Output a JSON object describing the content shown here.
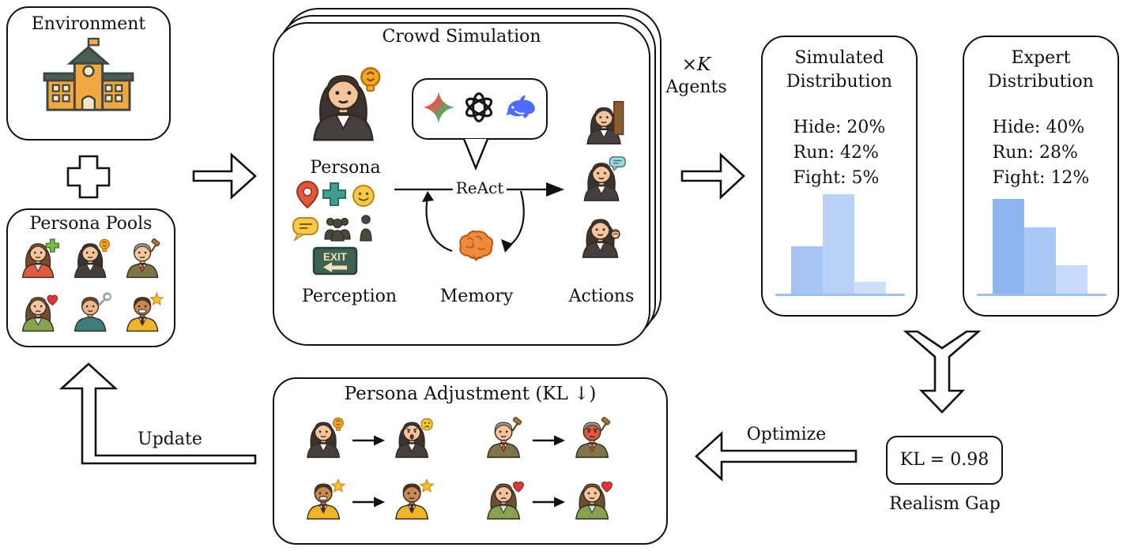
{
  "colors": {
    "ink": "#111111",
    "bar_baseline": "#9dc0ee",
    "school_body": "#f2a841",
    "school_roof": "#4c5f55",
    "school_trim": "#f6e8c6",
    "brain": "#ef8a3c",
    "deepseek_blue": "#4d6bfe",
    "pin_red": "#e2573d",
    "cross_teal": "#3f9e8c",
    "smiley_yellow": "#f7c948",
    "exit_green": "#3e6352"
  },
  "environment": {
    "title": "Environment",
    "icon": "school-icon"
  },
  "persona_pools": {
    "title": "Persona Pools",
    "members": [
      {
        "role": "woman-helper",
        "style": "long",
        "hair": "#7a4a2e",
        "skin": "#f4c49c",
        "coat": "#e05a41",
        "shirt": "#cde7e2",
        "mood": "calm",
        "acc": "plus"
      },
      {
        "role": "woman-idea",
        "style": "long",
        "hair": "#3a3430",
        "skin": "#f4c49c",
        "coat": "#45403f",
        "shirt": "#ffffff",
        "mood": "calm",
        "acc": "bulb"
      },
      {
        "role": "elder-judge",
        "style": "short",
        "hair": "#9c9c96",
        "skin": "#f4c49c",
        "coat": "#7c7546",
        "shirt": "#ffffff",
        "tie": "#c94f35",
        "mood": "calm",
        "acc": "gavel"
      },
      {
        "role": "woman-sad",
        "style": "long",
        "hair": "#6e4f33",
        "skin": "#f4c49c",
        "coat": "#86a24e",
        "shirt": "#cde7e2",
        "mood": "sad",
        "acc": "heart"
      },
      {
        "role": "man-mechanic",
        "style": "short",
        "hair": "#6b4a2f",
        "skin": "#edb98a",
        "coat": "#3f7d7d",
        "mood": "calm",
        "acc": "wrench"
      },
      {
        "role": "man-star",
        "style": "short",
        "hair": "#4a3426",
        "skin": "#c98850",
        "coat": "#f0b429",
        "shirt": "#ffffff",
        "tie": "#3a3430",
        "mood": "grin",
        "acc": "star"
      }
    ]
  },
  "crowd": {
    "title": "Crowd Simulation",
    "persona_label": "Persona",
    "perception_label": "Perception",
    "memory_label": "Memory",
    "actions_label": "Actions",
    "react_label": "ReAct",
    "exit_label": "EXIT",
    "llm_icons": [
      "gemini-icon",
      "openai-icon",
      "deepseek-icon"
    ],
    "persona": {
      "style": "long",
      "hair": "#3a3430",
      "skin": "#f4c49c",
      "coat": "#45403f",
      "shirt": "#ffffff",
      "mood": "calm",
      "acc": "bulb"
    },
    "actions": [
      {
        "style": "long",
        "hair": "#3a3430",
        "skin": "#f4c49c",
        "coat": "#45403f",
        "shirt": "#ffffff",
        "mood": "calm",
        "overlay": "pillar"
      },
      {
        "style": "long",
        "hair": "#3a3430",
        "skin": "#f4c49c",
        "coat": "#45403f",
        "shirt": "#ffffff",
        "mood": "calm",
        "overlay": "speech"
      },
      {
        "style": "long",
        "hair": "#3a3430",
        "skin": "#f4c49c",
        "coat": "#45403f",
        "shirt": "#ffffff",
        "mood": "calm",
        "overlay": "fist"
      }
    ]
  },
  "agents": {
    "times": "×",
    "k": "K",
    "word": "Agents"
  },
  "distributions": {
    "simulated": {
      "title_line1": "Simulated",
      "title_line2": "Distribution",
      "stats": [
        "Hide: 20%",
        "Run: 42%",
        "Fight: 5%"
      ]
    },
    "expert": {
      "title_line1": "Expert",
      "title_line2": "Distribution",
      "stats": [
        "Hide: 40%",
        "Run: 28%",
        "Fight: 12%"
      ]
    }
  },
  "kl": {
    "value": "KL = 0.98",
    "caption": "Realism Gap"
  },
  "optimize_label": "Optimize",
  "update_label": "Update",
  "adjustment": {
    "title": "Persona Adjustment (KL ↓)",
    "pairs": [
      {
        "before": {
          "style": "long",
          "hair": "#3a3430",
          "skin": "#f4c49c",
          "coat": "#45403f",
          "shirt": "#ffffff",
          "mood": "calm",
          "acc": "bulb"
        },
        "after": {
          "style": "long",
          "hair": "#3a3430",
          "skin": "#f4c49c",
          "coat": "#45403f",
          "shirt": "#ffffff",
          "mood": "shout",
          "acc": "mask"
        }
      },
      {
        "before": {
          "style": "short",
          "hair": "#9c9c96",
          "skin": "#f4c49c",
          "coat": "#7c7546",
          "shirt": "#ffffff",
          "tie": "#c94f35",
          "mood": "calm",
          "acc": "gavel"
        },
        "after": {
          "style": "short",
          "hair": "#9c9c96",
          "skin": "#f4c49c",
          "face": "#d95b43",
          "coat": "#7c7546",
          "shirt": "#ffffff",
          "tie": "#c94f35",
          "mood": "angry",
          "acc": "gavel"
        }
      },
      {
        "before": {
          "style": "short",
          "hair": "#4a3426",
          "skin": "#c98850",
          "coat": "#f0b429",
          "shirt": "#ffffff",
          "tie": "#3a3430",
          "mood": "grin",
          "acc": "star"
        },
        "after": {
          "style": "short",
          "hair": "#4a3426",
          "skin": "#c98850",
          "coat": "#f0b429",
          "shirt": "#ffffff",
          "tie": "#3a3430",
          "mood": "calm",
          "acc": "star"
        }
      },
      {
        "before": {
          "style": "long",
          "hair": "#6e4f33",
          "skin": "#f4c49c",
          "coat": "#86a24e",
          "shirt": "#cde7e2",
          "mood": "sad",
          "acc": "heart"
        },
        "after": {
          "style": "long",
          "hair": "#6e4f33",
          "skin": "#f4c49c",
          "coat": "#86a24e",
          "shirt": "#cde7e2",
          "mood": "calm",
          "acc": "heart"
        }
      }
    ]
  },
  "chart_data": [
    {
      "type": "bar",
      "title": "Simulated Distribution",
      "categories": [
        "Hide",
        "Run",
        "Fight"
      ],
      "values": [
        20,
        42,
        5
      ],
      "unit": "%",
      "colors": [
        "#a5c3f3",
        "#b9d1f7",
        "#cfdffa"
      ],
      "baseline_color": "#9dc0ee",
      "ylim": [
        0,
        50
      ],
      "grid": false,
      "legend": false
    },
    {
      "type": "bar",
      "title": "Expert Distribution",
      "categories": [
        "Hide",
        "Run",
        "Fight"
      ],
      "values": [
        40,
        28,
        12
      ],
      "unit": "%",
      "colors": [
        "#8fb5f0",
        "#a9c8f5",
        "#c6dbf9"
      ],
      "baseline_color": "#9dc0ee",
      "ylim": [
        0,
        50
      ],
      "grid": false,
      "legend": false
    }
  ]
}
